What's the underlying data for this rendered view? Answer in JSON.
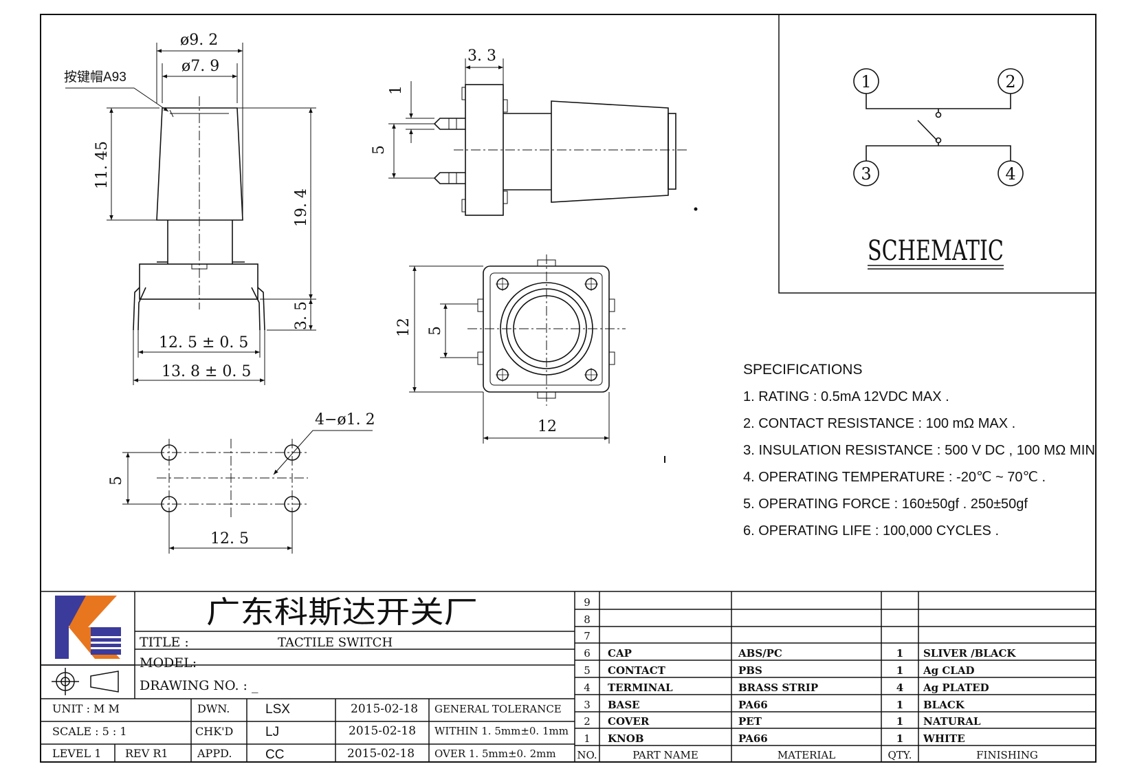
{
  "drawing": {
    "cap_label": "按键帽A93",
    "dims": {
      "d92": "ø9. 2",
      "d79": "ø7. 9",
      "h1145": "11. 45",
      "h194": "19. 4",
      "h35": "3. 5",
      "w125t": "12. 5 ± 0. 5",
      "w138t": "13. 8 ± 0. 5",
      "s33": "3. 3",
      "s1": "1",
      "s5": "5",
      "top12h": "12",
      "top5": "5",
      "top12w": "12",
      "holes": "4−ø1. 2",
      "pcb5": "5",
      "pcb125": "12. 5"
    }
  },
  "schematic": {
    "title": "SCHEMATIC",
    "pins": [
      "1",
      "2",
      "3",
      "4"
    ]
  },
  "specifications": {
    "heading": "SPECIFICATIONS",
    "items": [
      "1. RATING : 0.5mA 12VDC MAX .",
      "2. CONTACT RESISTANCE : 100 mΩ MAX .",
      "3. INSULATION RESISTANCE : 500 V DC , 100 MΩ MIN",
      "4. OPERATING TEMPERATURE : -20℃ ~ 70℃ .",
      "5. OPERATING FORCE : 160±50gf . 250±50gf",
      "6. OPERATING LIFE : 100,000 CYCLES ."
    ]
  },
  "title_block": {
    "company": "广东科斯达开关厂",
    "title_label": "TITLE :",
    "title_value": "TACTILE SWITCH",
    "model_label": "MODEL:",
    "drawing_no_label": "DRAWING NO. : _",
    "unit_label": "UNIT   :   M M",
    "scale_label": "SCALE  :  5 : 1",
    "level_label": "LEVEL 1",
    "rev_label": "REV  R1",
    "dwn_label": "DWN.",
    "chkd_label": "CHK'D",
    "appd_label": "APPD.",
    "dwn_name": "LSX",
    "chkd_name": "LJ",
    "appd_name": "CC",
    "dwn_date": "2015-02-18",
    "chkd_date": "2015-02-18",
    "appd_date": "2015-02-18",
    "tol_title": "GENERAL TOLERANCE",
    "tol_within": "WITHIN 1. 5mm±0. 1mm",
    "tol_over": "OVER   1. 5mm±0. 2mm"
  },
  "bom": {
    "headers": {
      "no": "NO.",
      "part": "PART  NAME",
      "material": "MATERIAL",
      "qty": "QTY.",
      "finishing": "FINISHING"
    },
    "rows": [
      {
        "no": "9",
        "part": "",
        "material": "",
        "qty": "",
        "finishing": ""
      },
      {
        "no": "8",
        "part": "",
        "material": "",
        "qty": "",
        "finishing": ""
      },
      {
        "no": "7",
        "part": "",
        "material": "",
        "qty": "",
        "finishing": ""
      },
      {
        "no": "6",
        "part": "CAP",
        "material": "ABS/PC",
        "qty": "1",
        "finishing": "SLIVER /BLACK"
      },
      {
        "no": "5",
        "part": "CONTACT",
        "material": "PBS",
        "qty": "1",
        "finishing": "Ag CLAD"
      },
      {
        "no": "4",
        "part": "TERMINAL",
        "material": "BRASS STRIP",
        "qty": "4",
        "finishing": "Ag PLATED"
      },
      {
        "no": "3",
        "part": "BASE",
        "material": "PA66",
        "qty": "1",
        "finishing": "BLACK"
      },
      {
        "no": "2",
        "part": "COVER",
        "material": "PET",
        "qty": "1",
        "finishing": "NATURAL"
      },
      {
        "no": "1",
        "part": "KNOB",
        "material": "PA66",
        "qty": "1",
        "finishing": "WHITE"
      }
    ]
  },
  "colors": {
    "logo_blue": "#3b3b9c",
    "logo_orange": "#e8761e"
  },
  "icons": [
    "first-angle-projection-symbol"
  ]
}
